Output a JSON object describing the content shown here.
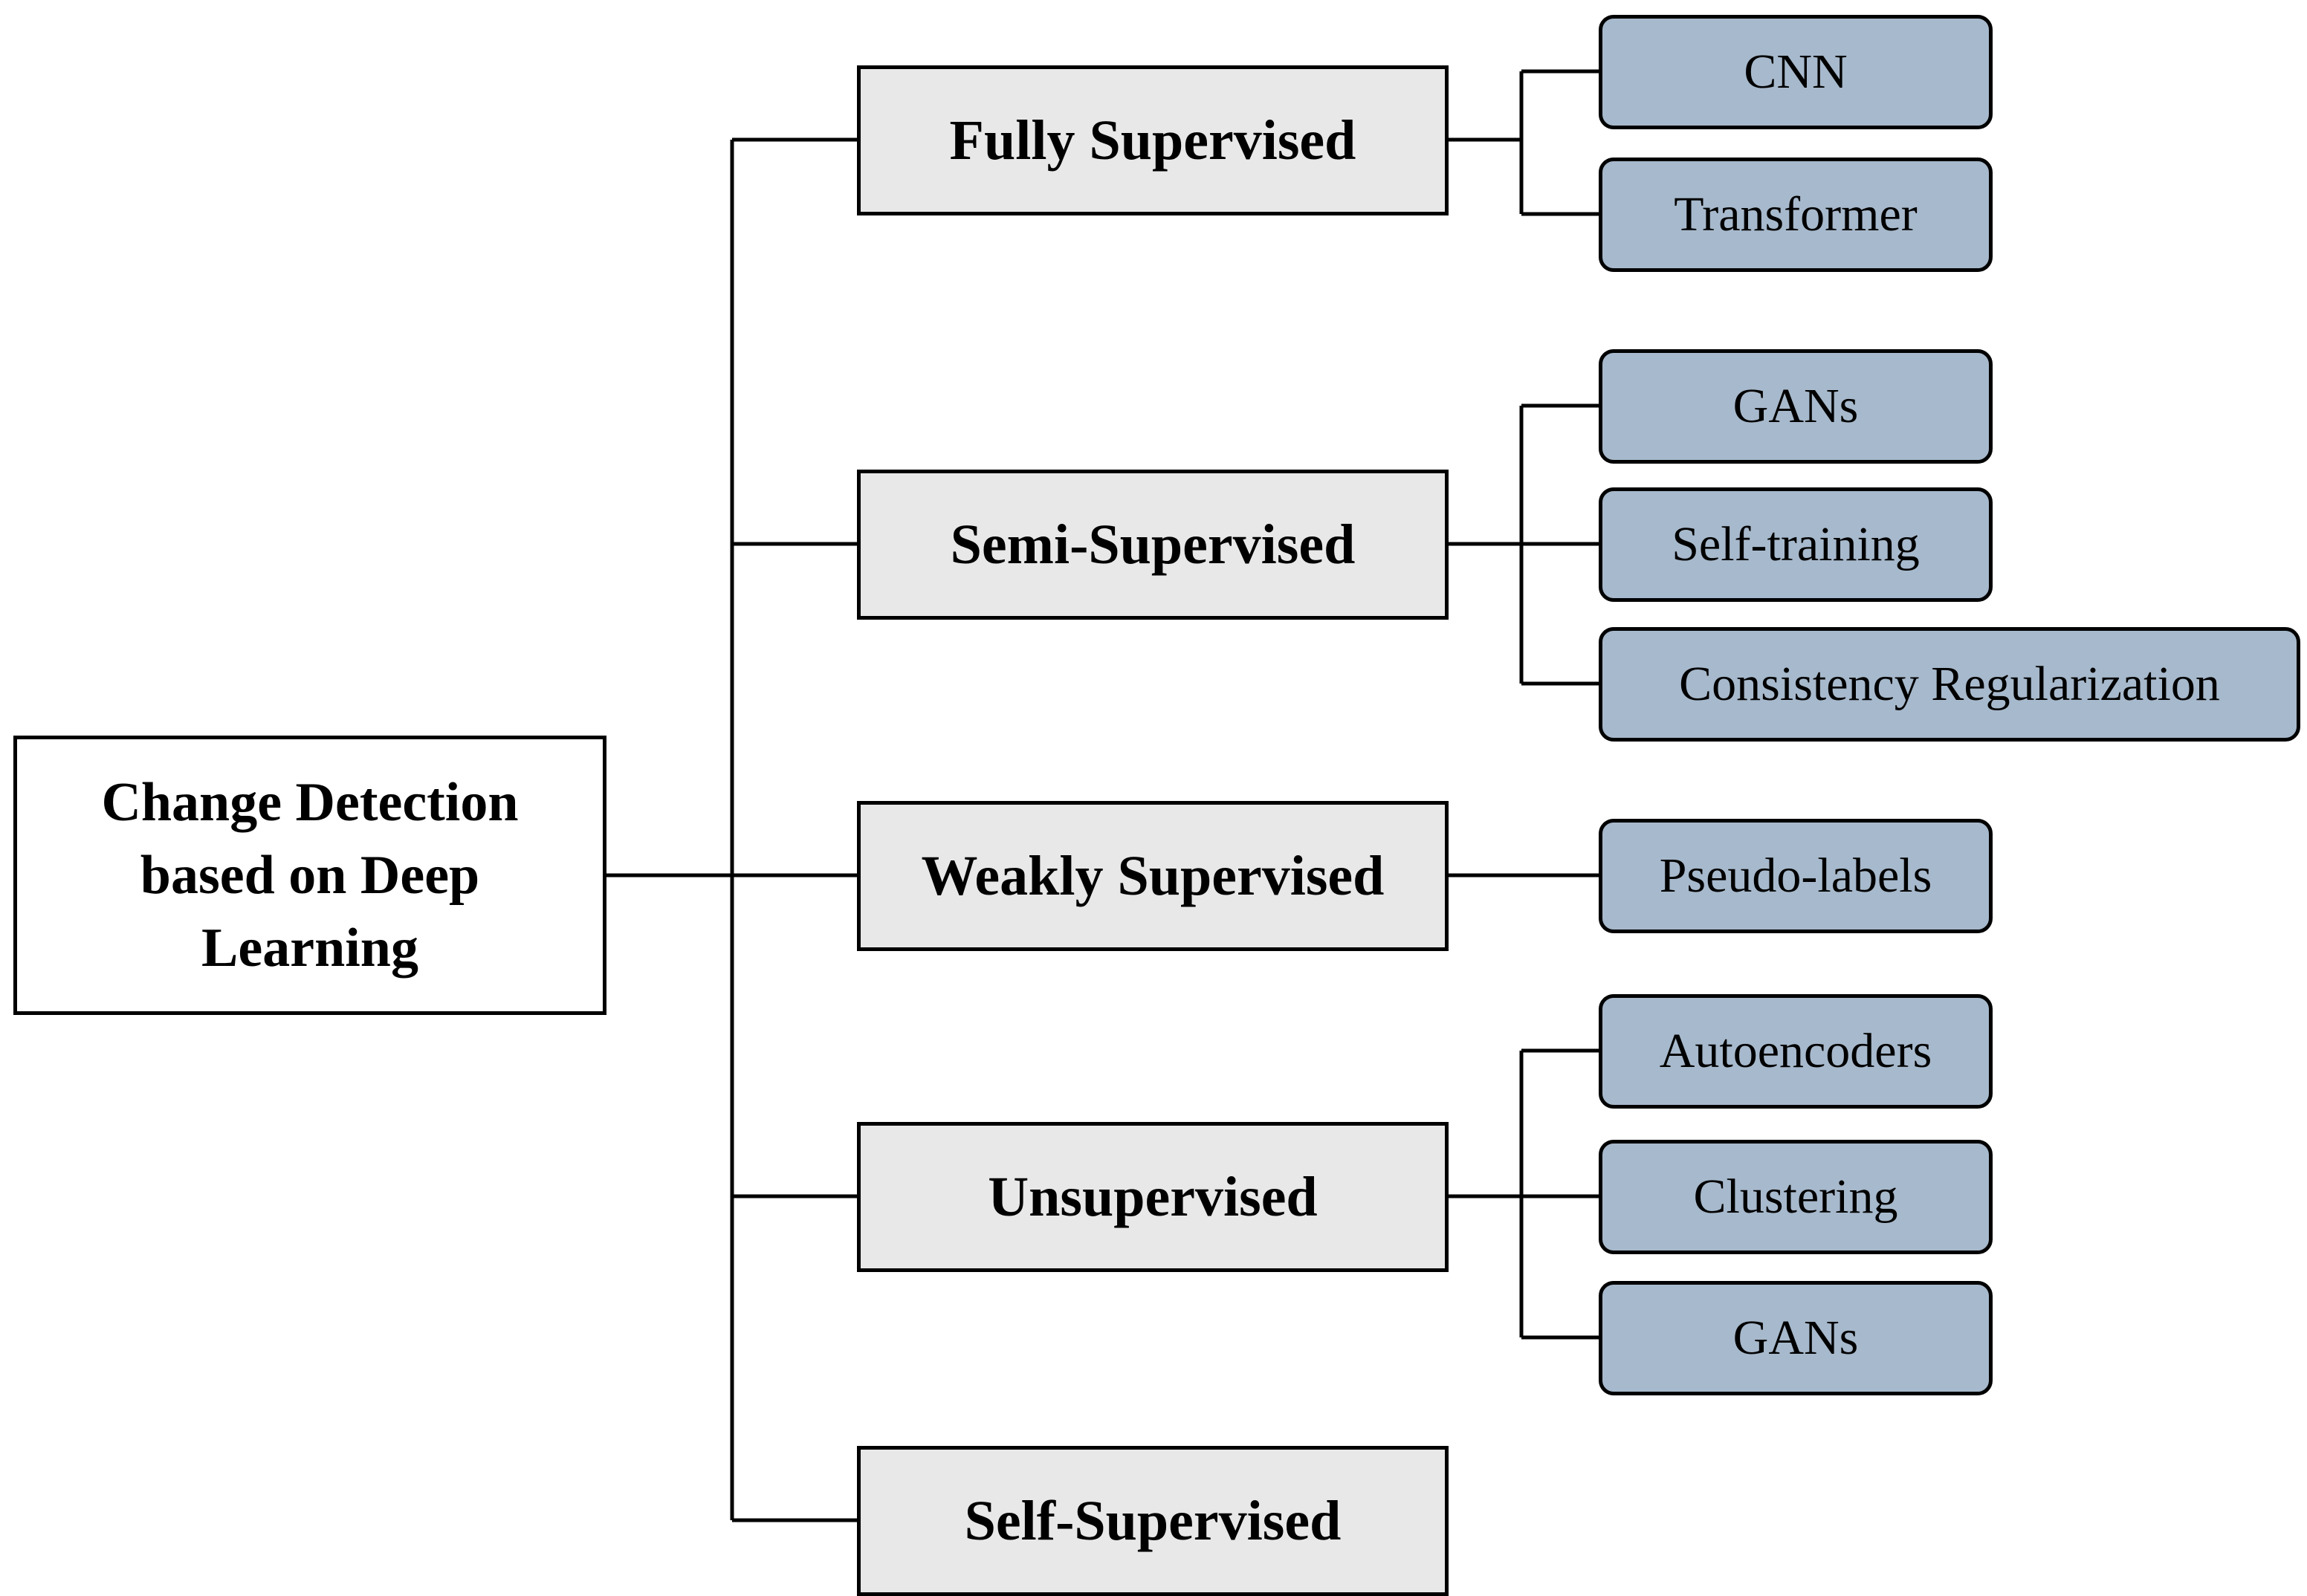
{
  "root": {
    "label": "Change Detection based on Deep Learning"
  },
  "categories": [
    {
      "label": "Fully Supervised",
      "children": [
        "CNN",
        "Transformer"
      ]
    },
    {
      "label": "Semi-Supervised",
      "children": [
        "GANs",
        "Self-training",
        "Consistency Regularization"
      ]
    },
    {
      "label": "Weakly Supervised",
      "children": [
        "Pseudo-labels"
      ]
    },
    {
      "label": "Unsupervised",
      "children": [
        "Autoencoders",
        "Clustering",
        "GANs"
      ]
    },
    {
      "label": "Self-Supervised",
      "children": []
    }
  ],
  "colors": {
    "root_fill": "#ffffff",
    "category_fill": "#e8e8e8",
    "leaf_fill": "#a7b9cc",
    "stroke": "#000000"
  }
}
